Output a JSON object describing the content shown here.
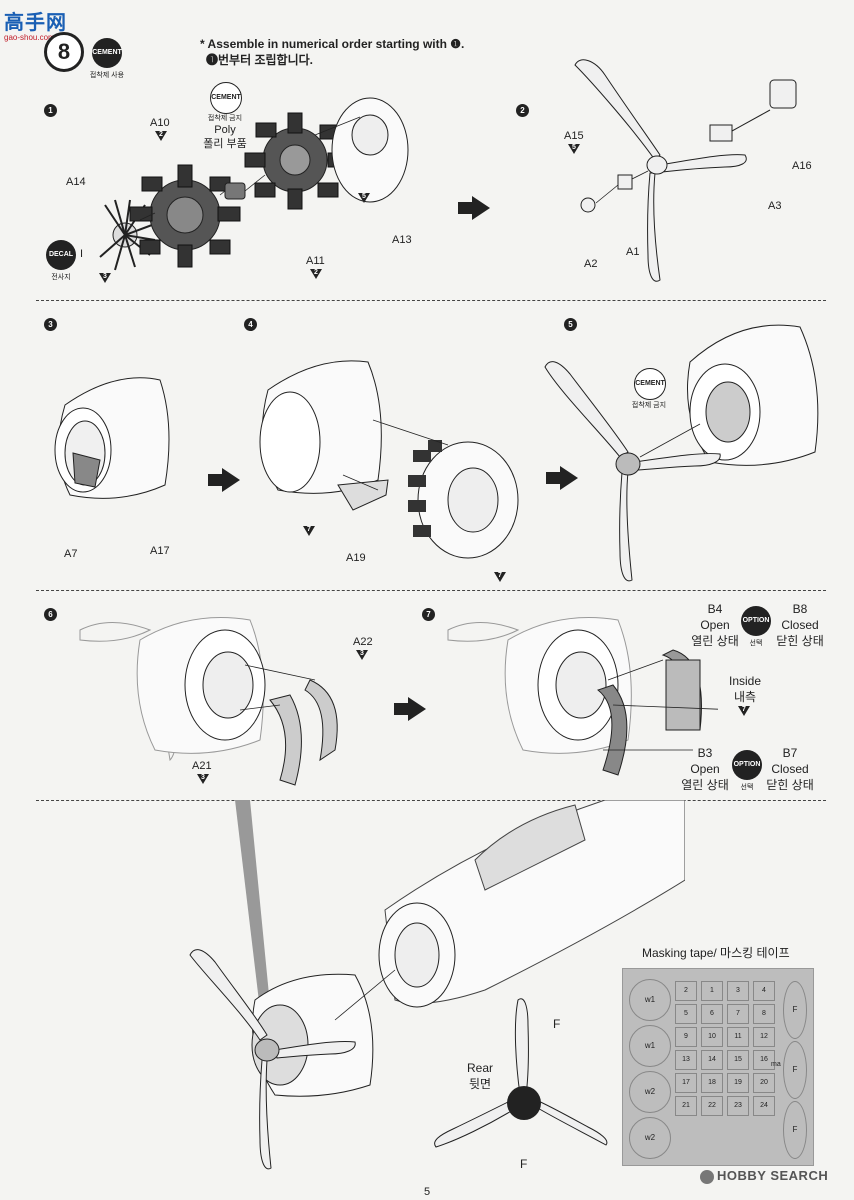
{
  "header": {
    "watermark_logo": "高手网",
    "watermark_url": "gao-shou.com",
    "step_number": "8",
    "cement_badge": "CEMENT",
    "cement_use": "접착제 사용",
    "instruction_en": "* Assemble in numerical order starting with ❶.",
    "instruction_kr": "❶번부터 조립합니다."
  },
  "sub1": {
    "num": "1",
    "no_cement_badge": "CEMENT",
    "no_cement_label": "접착제 금지",
    "poly_en": "Poly",
    "poly_kr": "폴리 부품",
    "decal_badge": "DECAL",
    "decal_kr": "전사지",
    "decal_mark": "I",
    "parts": [
      {
        "id": "A10",
        "tri": "2"
      },
      {
        "id": "A14",
        "tri": "3"
      },
      {
        "id": "A11",
        "tri": "2"
      },
      {
        "id": "A13",
        "tri": "5"
      }
    ]
  },
  "sub2": {
    "num": "2",
    "parts": [
      {
        "id": "A15",
        "tri": "5"
      },
      {
        "id": "A16"
      },
      {
        "id": "A3"
      },
      {
        "id": "A2"
      },
      {
        "id": "A1"
      }
    ]
  },
  "sub3": {
    "num": "3",
    "parts": [
      {
        "id": "A7"
      },
      {
        "id": "A17"
      }
    ]
  },
  "sub4": {
    "num": "4",
    "part": "A19",
    "tri1": "7",
    "tri2": "7"
  },
  "sub5": {
    "num": "5",
    "no_cement_badge": "CEMENT",
    "no_cement_label": "접착제 금지"
  },
  "sub6": {
    "num": "6",
    "parts": [
      {
        "id": "A22",
        "tri": "3"
      },
      {
        "id": "A21",
        "tri": "3"
      }
    ]
  },
  "sub7": {
    "num": "7",
    "option_badge": "OPTION",
    "option_kr": "선택",
    "b4": {
      "id": "B4",
      "en": "Open",
      "kr": "열린 상태"
    },
    "b8": {
      "id": "B8",
      "en": "Closed",
      "kr": "닫힌 상태"
    },
    "inside_en": "Inside",
    "inside_kr": "내측",
    "inside_tri": "7",
    "b3": {
      "id": "B3",
      "en": "Open",
      "kr": "열린 상태"
    },
    "b7": {
      "id": "B7",
      "en": "Closed",
      "kr": "닫힌 상태"
    }
  },
  "final": {
    "rear_en": "Rear",
    "rear_kr": "뒷면",
    "prop_marks": [
      "F",
      "F"
    ],
    "masking_title": "Masking tape/ 마스킹 테이프",
    "masking_wheels": [
      "w1",
      "w1",
      "w2",
      "w2"
    ],
    "masking_numbers": [
      "2",
      "1",
      "3",
      "4",
      "5",
      "6",
      "7",
      "8",
      "9",
      "10",
      "11",
      "12",
      "13",
      "14",
      "15",
      "16",
      "17",
      "18",
      "19",
      "20",
      "21",
      "22",
      "23",
      "24"
    ],
    "masking_f": [
      "F",
      "F",
      "F"
    ],
    "masking_ma": "ma"
  },
  "footer": {
    "page_number": "5",
    "brand": "HOBBY SEARCH"
  }
}
